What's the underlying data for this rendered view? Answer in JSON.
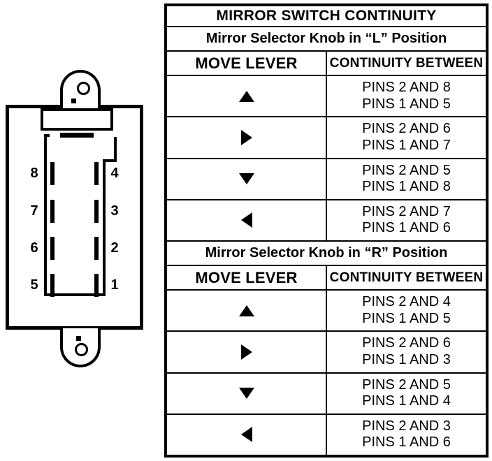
{
  "table": {
    "title": "MIRROR SWITCH CONTINUITY",
    "columns": {
      "lever": "MOVE LEVER",
      "continuity": "CONTINUITY BETWEEN"
    },
    "sections": [
      {
        "heading": "Mirror Selector Knob in “L” Position",
        "rows": [
          {
            "arrow": "arrow-up-icon",
            "line1": "PINS 2 AND 8",
            "line2": "PINS 1 AND 5"
          },
          {
            "arrow": "arrow-right-icon",
            "line1": "PINS 2 AND 6",
            "line2": "PINS 1 AND 7"
          },
          {
            "arrow": "arrow-down-icon",
            "line1": "PINS 2 AND 5",
            "line2": "PINS 1 AND 8"
          },
          {
            "arrow": "arrow-left-icon",
            "line1": "PINS 2 AND 7",
            "line2": "PINS 1 AND 6"
          }
        ]
      },
      {
        "heading": "Mirror Selector Knob in “R” Position",
        "rows": [
          {
            "arrow": "arrow-up-icon",
            "line1": "PINS 2 AND 4",
            "line2": "PINS 1 AND 5"
          },
          {
            "arrow": "arrow-right-icon",
            "line1": "PINS 2 AND 6",
            "line2": "PINS 1 AND 3"
          },
          {
            "arrow": "arrow-down-icon",
            "line1": "PINS 2 AND 5",
            "line2": "PINS 1 AND 4"
          },
          {
            "arrow": "arrow-left-icon",
            "line1": "PINS 2 AND 3",
            "line2": "PINS 1 AND 6"
          }
        ]
      }
    ]
  },
  "connector": {
    "pins_left": [
      "8",
      "7",
      "6",
      "5"
    ],
    "pins_right": [
      "4",
      "3",
      "2",
      "1"
    ]
  },
  "colors": {
    "ink": "#000000",
    "paper": "#ffffff"
  }
}
